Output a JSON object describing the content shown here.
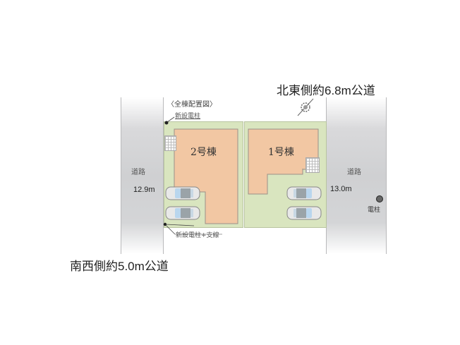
{
  "diagram": {
    "title": "〈全棟配置図〉",
    "roads": {
      "northeast": {
        "label": "北東側約6.8m公道"
      },
      "southwest": {
        "label": "南西側約5.0m公道"
      },
      "left": {
        "name": "道路",
        "width": "12.9m"
      },
      "right": {
        "name": "道路",
        "width": "13.0m"
      }
    },
    "lots": [
      {
        "id": "lot-2",
        "house_label": "2号棟",
        "parking_spaces": 2
      },
      {
        "id": "lot-1",
        "house_label": "1号棟",
        "parking_spaces": 2
      }
    ],
    "annotations": {
      "new_pole_top": "新設電柱",
      "new_pole_bottom": "新設電柱+支線",
      "existing_pole": "電柱"
    },
    "icons": [
      "compass-icon",
      "utility-pole-icon",
      "car-icon"
    ],
    "colors": {
      "lot_green": "#d9e5bf",
      "house_orange": "#f2c7a3",
      "road_gray": "#cfd0d2"
    }
  }
}
